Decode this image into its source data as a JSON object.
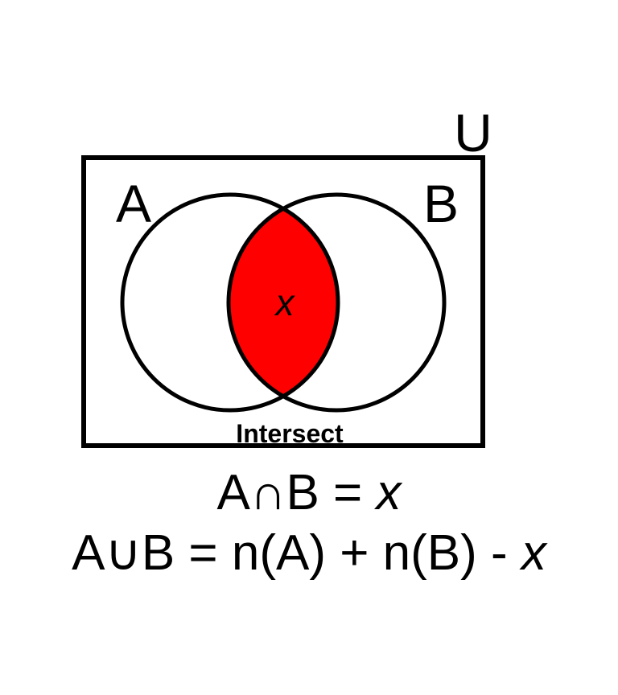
{
  "diagram": {
    "universe_label": "U",
    "set_a_label": "A",
    "set_b_label": "B",
    "intersection_var": "x",
    "intersection_caption": "Intersect",
    "intersection_color": "#ff0000",
    "stroke_color": "#000000"
  },
  "formulas": {
    "intersection_lhs": "A∩B = ",
    "intersection_rhs": "x",
    "union_lhs": "A∪B = n(A) + n(B) - ",
    "union_rhs": "x"
  }
}
